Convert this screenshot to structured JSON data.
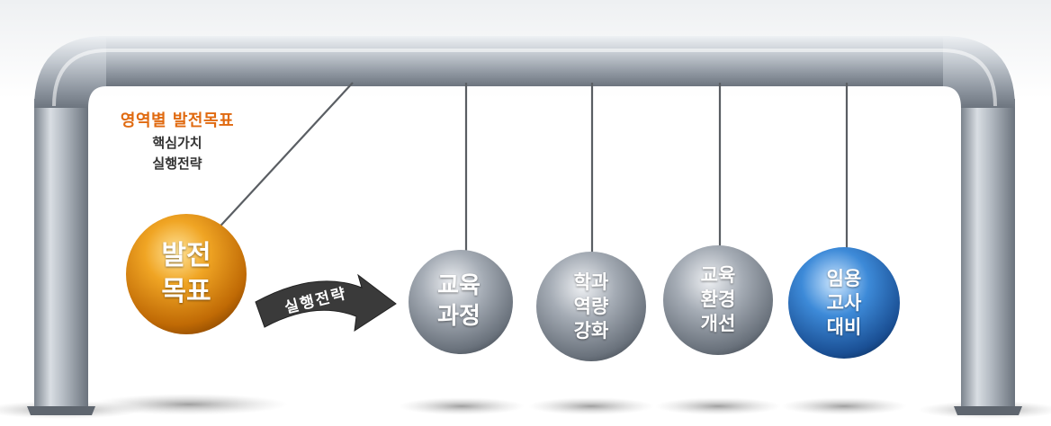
{
  "header": {
    "title": "영역별 발전목표",
    "line1": "핵심가치",
    "line2": "실행전략"
  },
  "balls": {
    "goal": {
      "line1": "발전",
      "line2": "목표",
      "color": "#e8900f"
    },
    "curriculum": {
      "line1": "교육",
      "line2": "과정",
      "color": "#8a929c"
    },
    "dept": {
      "line1": "학과",
      "line2": "역량",
      "line3": "강화",
      "color": "#8a929c"
    },
    "env": {
      "line1": "교육",
      "line2": "환경",
      "line3": "개선",
      "color": "#8a929c"
    },
    "exam": {
      "line1": "임용",
      "line2": "고사",
      "line3": "대비",
      "color": "#2a6fbf"
    }
  },
  "arrow": {
    "label": "실행전략",
    "color": "#333333"
  },
  "colors": {
    "accent": "#e06a10",
    "frame": "#9ca4ad"
  }
}
